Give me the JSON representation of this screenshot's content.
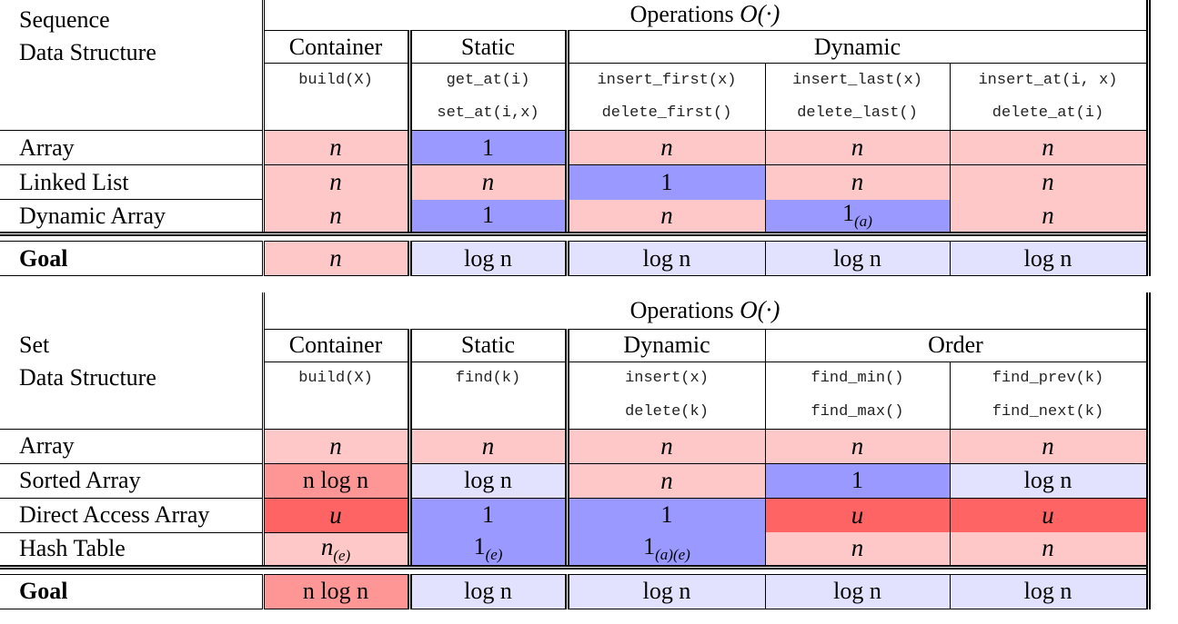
{
  "seq": {
    "ops_title": "Operations ",
    "ops_symbol": "O(·)",
    "label_line1": "Sequence",
    "label_line2": "Data Structure",
    "groups": {
      "container": "Container",
      "static": "Static",
      "dynamic": "Dynamic"
    },
    "ops_row1": [
      "build(X)",
      "get_at(i)",
      "insert_first(x)",
      "insert_last(x)",
      "insert_at(i, x)"
    ],
    "ops_row2": [
      "",
      "set_at(i,x)",
      "delete_first()",
      "delete_last()",
      "delete_at(i)"
    ],
    "rows": [
      {
        "name": "Array",
        "cells": [
          "n",
          "1",
          "n",
          "n",
          "n"
        ]
      },
      {
        "name": "Linked List",
        "cells": [
          "n",
          "n",
          "1",
          "n",
          "n"
        ]
      },
      {
        "name": "Dynamic Array",
        "cells": [
          "n",
          "1",
          "n",
          "1",
          "n"
        ],
        "subs": [
          "",
          "",
          "",
          "(a)",
          ""
        ]
      }
    ],
    "goal": {
      "name": "Goal",
      "cells": [
        "n",
        "log n",
        "log n",
        "log n",
        "log n"
      ]
    }
  },
  "set": {
    "ops_title": "Operations ",
    "ops_symbol": "O(·)",
    "label_line1": "Set",
    "label_line2": "Data Structure",
    "groups": {
      "container": "Container",
      "static": "Static",
      "dynamic": "Dynamic",
      "order": "Order"
    },
    "ops_row1": [
      "build(X)",
      "find(k)",
      "insert(x)",
      "find_min()",
      "find_prev(k)"
    ],
    "ops_row2": [
      "",
      "",
      "delete(k)",
      "find_max()",
      "find_next(k)"
    ],
    "rows": [
      {
        "name": "Array",
        "cells": [
          "n",
          "n",
          "n",
          "n",
          "n"
        ]
      },
      {
        "name": "Sorted Array",
        "cells": [
          "n log n",
          "log n",
          "n",
          "1",
          "log n"
        ]
      },
      {
        "name": "Direct Access Array",
        "cells": [
          "u",
          "1",
          "1",
          "u",
          "u"
        ]
      },
      {
        "name": "Hash Table",
        "cells": [
          "n",
          "1",
          "1",
          "n",
          "n"
        ],
        "subs": [
          "(e)",
          "(e)",
          "(a)(e)",
          "",
          ""
        ]
      }
    ],
    "goal": {
      "name": "Goal",
      "cells": [
        "n log n",
        "log n",
        "log n",
        "log n",
        "log n"
      ]
    }
  },
  "colors": {
    "pink": "#ffc8c8",
    "blue": "#9999ff",
    "lavender": "#e2e2ff",
    "salmon": "#ff9696",
    "red": "#ff6464"
  }
}
